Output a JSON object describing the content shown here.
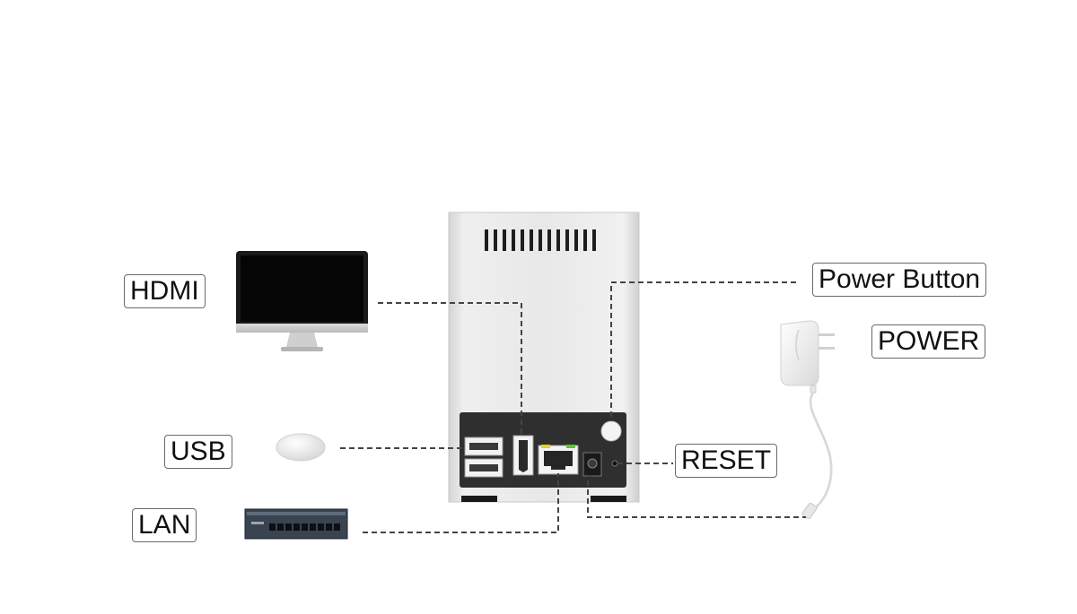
{
  "labels": {
    "hdmi": "HDMI",
    "usb": "USB",
    "lan": "LAN",
    "power_button": "Power Button",
    "power": "POWER",
    "reset": "RESET"
  },
  "colors": {
    "enclosure": "#e6e6e6",
    "port_panel": "#2f2f2f",
    "connector_line": "#444444",
    "label_border": "#6a6a6a"
  },
  "icons": [
    "monitor-icon",
    "usb-dongle-icon",
    "network-switch-icon",
    "power-adapter-icon",
    "device-enclosure-icon"
  ]
}
